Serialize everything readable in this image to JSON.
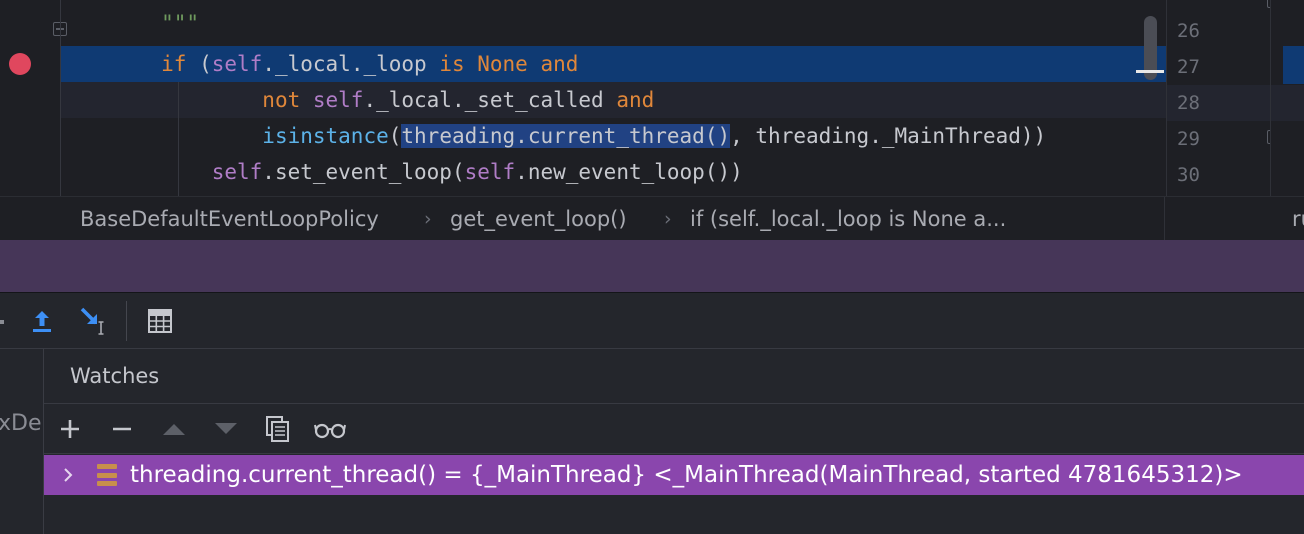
{
  "editor": {
    "lines": [
      {
        "parts": [
          {
            "t": "        \"\"\"",
            "c": "doc"
          }
        ]
      },
      {
        "parts": [
          {
            "t": "        if ",
            "c": "kw"
          },
          {
            "t": "(",
            "c": ""
          },
          {
            "t": "self",
            "c": "slf"
          },
          {
            "t": "._local._loop ",
            "c": ""
          },
          {
            "t": "is None and",
            "c": "kw"
          }
        ]
      },
      {
        "parts": [
          {
            "t": "                ",
            "c": ""
          },
          {
            "t": "not ",
            "c": "kw"
          },
          {
            "t": "self",
            "c": "slf"
          },
          {
            "t": "._local._set_called ",
            "c": ""
          },
          {
            "t": "and",
            "c": "kw"
          }
        ]
      },
      {
        "parts": [
          {
            "t": "                ",
            "c": ""
          },
          {
            "t": "isinstance",
            "c": "fn"
          },
          {
            "t": "(",
            "c": ""
          },
          {
            "t": "threading.current_thread()",
            "c": "sel"
          },
          {
            "t": ", threading._MainThread))",
            "c": ""
          }
        ]
      },
      {
        "parts": [
          {
            "t": "            ",
            "c": ""
          },
          {
            "t": "self",
            "c": "slf"
          },
          {
            "t": ".set_event_loop(",
            "c": ""
          },
          {
            "t": "self",
            "c": "slf"
          },
          {
            "t": ".new_event_loop())",
            "c": ""
          }
        ]
      }
    ],
    "line_numbers": [
      "26",
      "27",
      "28",
      "29",
      "30"
    ],
    "current_line": "27"
  },
  "breadcrumb": {
    "items": [
      "BaseDefaultEventLoopPolicy",
      "get_event_loop()",
      "if (self._local._loop is None a..."
    ],
    "separator": "›",
    "right_clipped": "ru"
  },
  "toolbar": {
    "buttons": [
      {
        "name": "step-out-button",
        "icon": "step-out-icon"
      },
      {
        "name": "run-to-cursor-button",
        "icon": "run-to-cursor-icon"
      },
      {
        "name": "evaluate-expression-button",
        "icon": "calculator-icon"
      }
    ]
  },
  "frames": {
    "clipped_text": "xDe"
  },
  "watches": {
    "title": "Watches",
    "toolbar": [
      "add-icon",
      "remove-icon",
      "move-up-icon",
      "move-down-icon",
      "duplicate-icon",
      "glasses-icon"
    ],
    "items": [
      {
        "text": "threading.current_thread() = {_MainThread} <_MainThread(MainThread, started 4781645312)>"
      }
    ]
  },
  "colors": {
    "accent_purple": "#8a46ad",
    "band_purple": "#463658",
    "highlight_blue": "#0f3a73",
    "breakpoint_red": "#e0475e",
    "keyword_orange": "#e0873a",
    "self_purple": "#b07dc7",
    "function_blue": "#5cb2e8"
  }
}
